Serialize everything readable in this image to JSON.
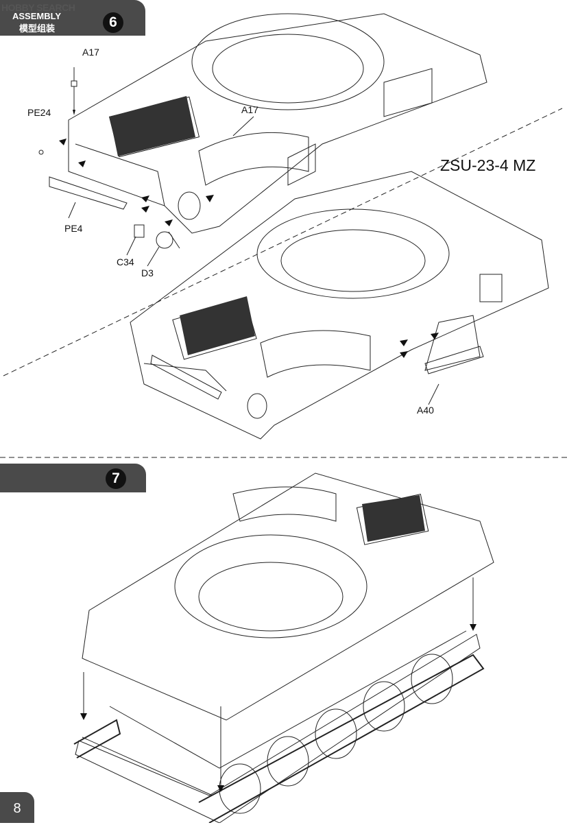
{
  "watermark": "HOBBY SEARCH",
  "header": {
    "section_en": "ASSEMBLY",
    "section_zh": "模型组装"
  },
  "steps": [
    {
      "number": "6",
      "vehicle": "ZSU-23-4 MZ",
      "parts": [
        "A17",
        "PE24",
        "A17",
        "PE4",
        "C34",
        "D3",
        "A40"
      ]
    },
    {
      "number": "7"
    }
  ],
  "page_number": "8"
}
